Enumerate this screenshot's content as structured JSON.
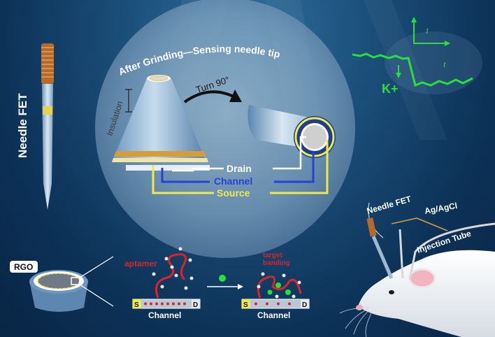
{
  "labels": {
    "needle_fet_vertical": "Needle FET",
    "after_grinding": "After Grinding",
    "sensing_needle_tip": "Sensing needle tip",
    "turn": "Turn 90°",
    "insulation": "Insulation",
    "drain": "Drain",
    "channel": "Channel",
    "source": "Source",
    "k_plus": "K+",
    "axis_i": "I",
    "axis_t": "t",
    "rgo": "RGO",
    "aptamer": "aptamer",
    "target_binding": "target\nbanding",
    "s_left": "S",
    "d_left": "D",
    "channel_left": "Channel",
    "s_right": "S",
    "d_right": "D",
    "channel_right": "Channel",
    "needle_fet_mouse": "Needle FET",
    "ag_agcl": "Ag/AgCl",
    "injection_tube": "Injection Tube"
  },
  "colors": {
    "drain_line": "#ffffff",
    "channel_line": "#2a3fd6",
    "source_line": "#f0e94a",
    "signal": "#29e03a",
    "aptamer": "#d8262b"
  }
}
